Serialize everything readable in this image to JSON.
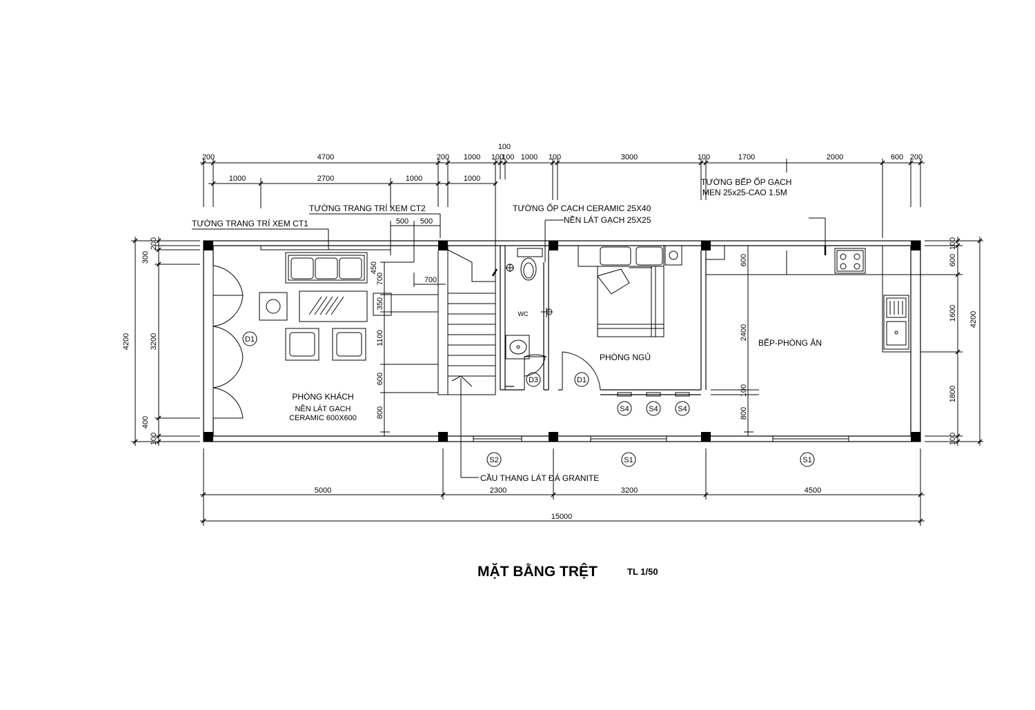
{
  "title": "MẶT BẰNG TRỆT",
  "scale": "TL 1/50",
  "top_dims_row1": [
    "200",
    "4700",
    "200",
    "1000",
    "100",
    "100",
    "1000",
    "100",
    "3000",
    "100",
    "1700",
    "2000",
    "600",
    "200"
  ],
  "top_dim_extra": "100",
  "top_dims_row2": [
    "1000",
    "2700",
    "1000",
    "1000"
  ],
  "notes": {
    "ct1": "TƯỜNG TRANG TRÍ XEM CT1",
    "ct2": "TƯỜNG TRANG TRÍ XEM CT2",
    "ceramic_wall": "TƯỜNG ỐP CẠCH CERAMIC 25X40",
    "floor_wc": "NỀN LÁT GẠCH 25X25",
    "kitchen_wall_1": "TƯỜNG BẾP ỐP GẠCH",
    "kitchen_wall_2": "MEN 25x25-CAO 1.5M",
    "stair": "CẦU THANG LÁT ĐÁ GRANITE",
    "living_floor_1": "NỀN LÁT GẠCH",
    "living_floor_2": "CERAMIC 600X600"
  },
  "rooms": {
    "living": "PHÒNG KHÁCH",
    "bedroom": "PHÒNG NGỦ",
    "kitchen": "BẾP-PHÒNG ĂN",
    "wc": "WC"
  },
  "doors": [
    "D1",
    "D3",
    "D1"
  ],
  "windows": [
    "S4",
    "S4",
    "S4",
    "S2",
    "S1",
    "S1"
  ],
  "inner_dims": [
    "500",
    "500",
    "700",
    "450",
    "700",
    "350",
    "1100",
    "600",
    "800"
  ],
  "left_dims": [
    "4200",
    "200",
    "300",
    "3200",
    "400",
    "100"
  ],
  "right_dims": [
    "100",
    "600",
    "1600",
    "1800",
    "100",
    "4200"
  ],
  "kitchen_dims": [
    "600",
    "2400",
    "100",
    "800"
  ],
  "bottom_dims": [
    "5000",
    "2300",
    "3200",
    "4500"
  ],
  "bottom_total": "15000"
}
